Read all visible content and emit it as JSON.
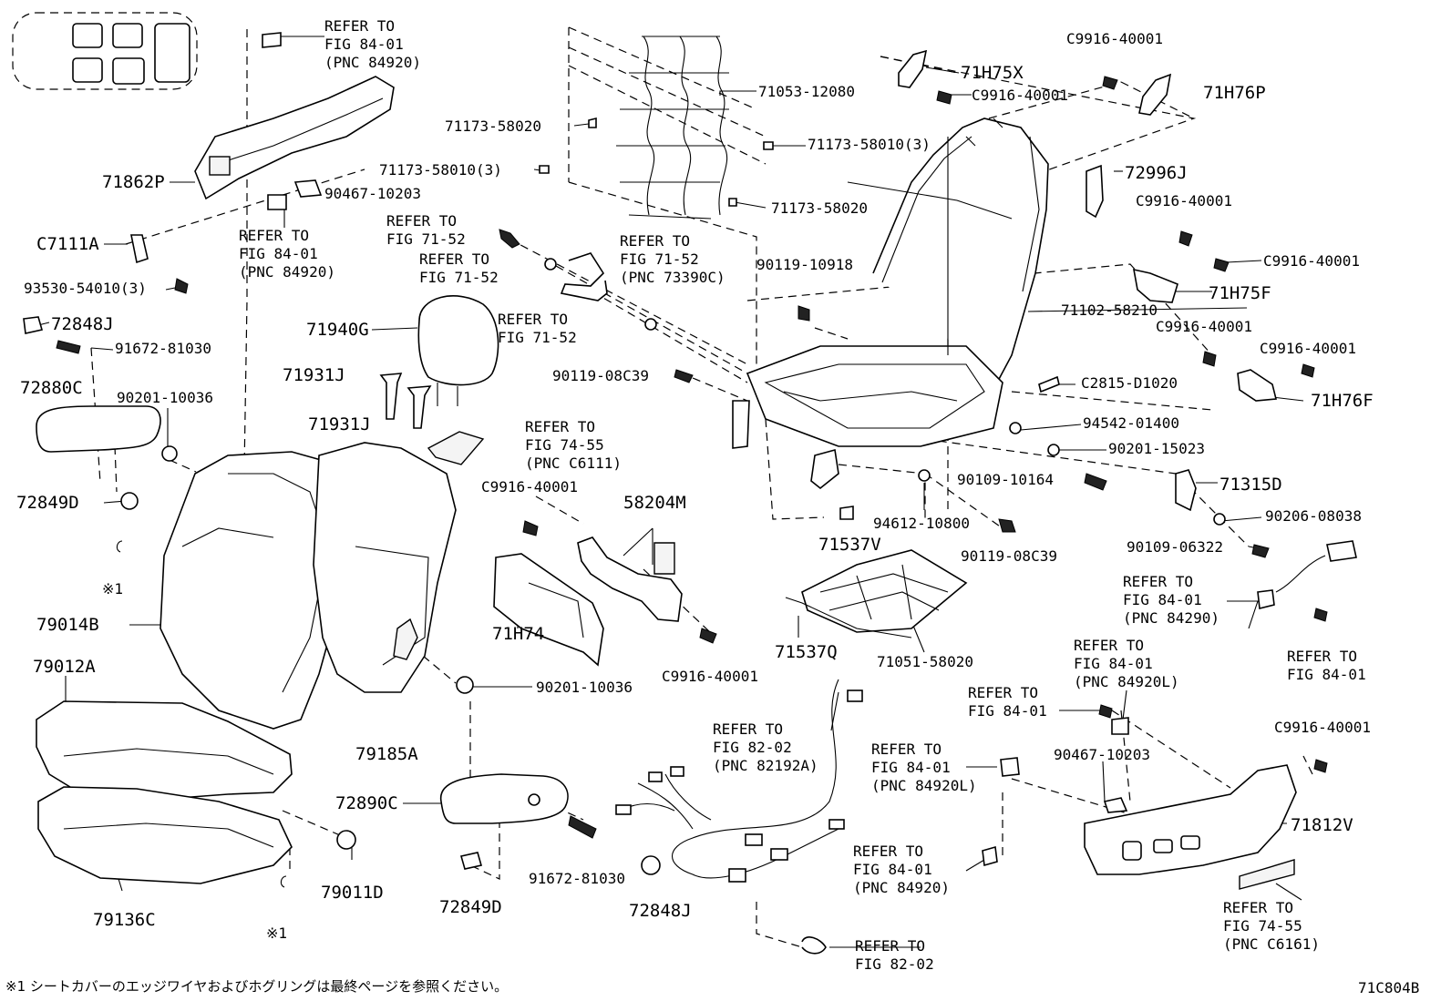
{
  "diagram_code": "71C804B",
  "footnote": "※1  シートカバーのエッジワイヤおよびホグリングは最終ページを参照ください。",
  "labels": {
    "refer_8401_84920_top": [
      "REFER TO",
      "FIG 84-01",
      "(PNC 84920)"
    ],
    "p71862P": "71862P",
    "p90467_10203_a": "90467-10203",
    "refer_8401_84920_mid": [
      "REFER TO",
      "FIG 84-01",
      "(PNC 84920)"
    ],
    "pC7111A": "C7111A",
    "p93530": "93530-54010(3)",
    "p72848J_a": "72848J",
    "p91672_a": "91672-81030",
    "p72880C": "72880C",
    "p90201_10036_a": "90201-10036",
    "p72849D_a": "72849D",
    "mark1_a": "※1",
    "p79014B": "79014B",
    "p79012A": "79012A",
    "p79136C": "79136C",
    "p79011D": "79011D",
    "mark1_b": "※1",
    "p71173_58020_a": "71173-58020",
    "p71173_58010_a": "71173-58010(3)",
    "p71053": "71053-12080",
    "p71173_58010_b": "71173-58010(3)",
    "p71173_58020_b": "71173-58020",
    "refer_7152_a": [
      "REFER TO",
      "FIG 71-52"
    ],
    "refer_7152_b": [
      "REFER TO",
      "FIG 71-52"
    ],
    "refer_7152_73390": [
      "REFER TO",
      "FIG 71-52",
      "(PNC 73390C)"
    ],
    "refer_7152_c": [
      "REFER TO",
      "FIG 71-52"
    ],
    "p71940G": "71940G",
    "p71931J_a": "71931J",
    "p71931J_b": "71931J",
    "refer_7455_c6111": [
      "REFER TO",
      "FIG 74-55",
      "(PNC C6111)"
    ],
    "pC9916_mid": "C9916-40001",
    "p58204M": "58204M",
    "p71H74": "71H74",
    "pC9916_mid2": "C9916-40001",
    "p90201_10036_b": "90201-10036",
    "p79185A": "79185A",
    "p72890C": "72890C",
    "p72849D_b": "72849D",
    "p91672_b": "91672-81030",
    "p72848J_b": "72848J",
    "refer_8202_82192A": [
      "REFER TO",
      "FIG 82-02",
      "(PNC 82192A)"
    ],
    "refer_8202": [
      "REFER TO",
      "FIG 82-02"
    ],
    "p71H75X": "71H75X",
    "pC9916_top1": "C9916-40001",
    "pC9916_top2": "C9916-40001",
    "p71H76P": "71H76P",
    "p90119_10918": "90119-10918",
    "p71102": "71102-58210",
    "p90119_08C39_a": "90119-08C39",
    "p72996J": "72996J",
    "pC9916_r1": "C9916-40001",
    "pC9916_r2": "C9916-40001",
    "p71H75F": "71H75F",
    "pC9916_r3": "C9916-40001",
    "pC9916_r4": "C9916-40001",
    "p71H76F": "71H76F",
    "pC2815": "C2815-D1020",
    "p94542": "94542-01400",
    "p90201_15023": "90201-15023",
    "p90109_10164": "90109-10164",
    "p71315D": "71315D",
    "p94612": "94612-10800",
    "p90206": "90206-08038",
    "p71537V": "71537V",
    "p90119_08C39_b": "90119-08C39",
    "p90109_06322": "90109-06322",
    "p71537Q": "71537Q",
    "p71051": "71051-58020",
    "refer_8401_84290": [
      "REFER TO",
      "FIG 84-01",
      "(PNC 84290)"
    ],
    "refer_8401_r": [
      "REFER TO",
      "FIG 84-01"
    ],
    "refer_8401_84920L_a": [
      "REFER TO",
      "FIG 84-01",
      "(PNC 84920L)"
    ],
    "refer_8401_plain": [
      "REFER TO",
      "FIG 84-01"
    ],
    "refer_8401_84920L_b": [
      "REFER TO",
      "FIG 84-01",
      "(PNC 84920L)"
    ],
    "p90467_10203_b": "90467-10203",
    "pC9916_br": "C9916-40001",
    "p71812V": "71812V",
    "refer_8401_84920_b": [
      "REFER TO",
      "FIG 84-01",
      "(PNC 84920)"
    ],
    "refer_7455_c6161": [
      "REFER TO",
      "FIG 74-55",
      "(PNC C6161)"
    ]
  }
}
